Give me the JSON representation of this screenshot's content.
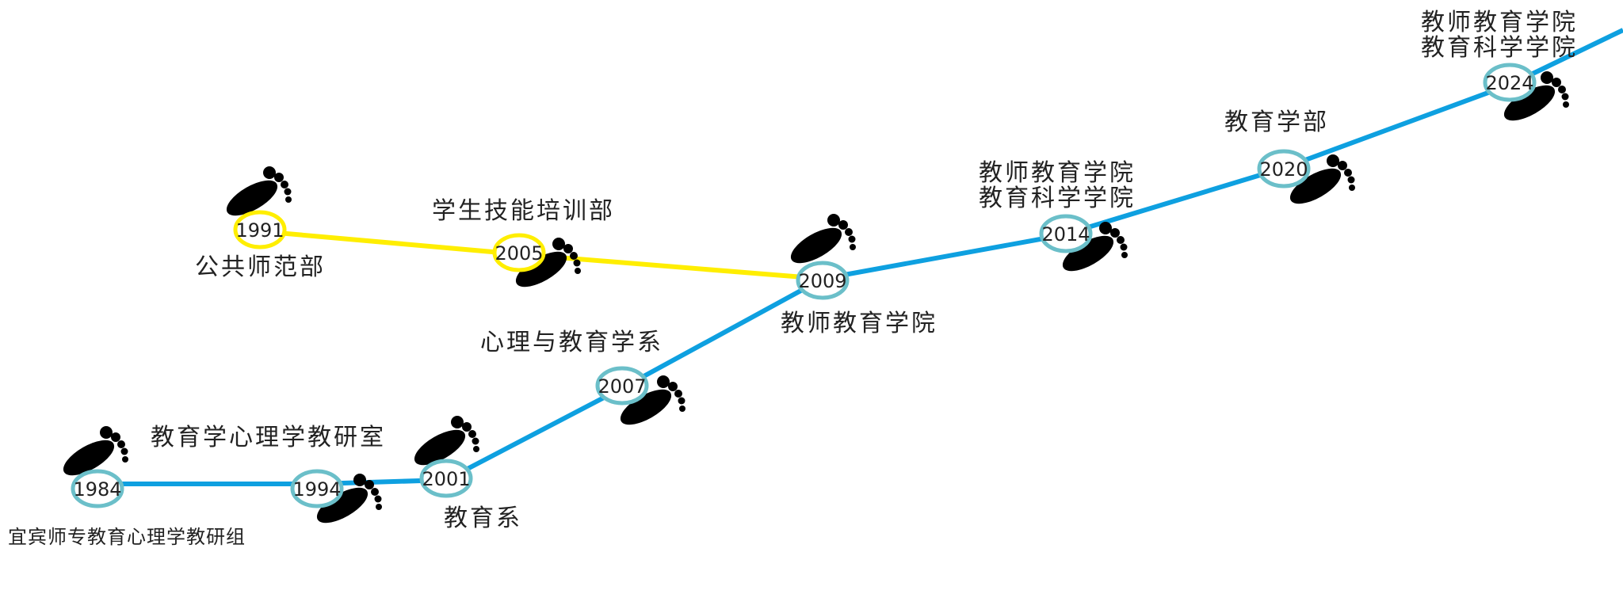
{
  "colors": {
    "blue_line": "#0EA0E0",
    "yellow_line": "#FFEE00",
    "node_blue": "#6BBFC9",
    "node_yellow": "#FFEE00",
    "foot": "#000000",
    "text": "#222222"
  },
  "icons": [
    "footprints-icon"
  ],
  "years": {
    "y1984": "1984",
    "y1994": "1994",
    "y2001": "2001",
    "y2007": "2007",
    "y2009": "2009",
    "y2014": "2014",
    "y2020": "2020",
    "y2024": "2024",
    "y1991": "1991",
    "y2005": "2005"
  },
  "labels": {
    "l1984": "宜宾师专教育心理学教研组",
    "l1994": "教育学心理学教研室",
    "l2001": "教育系",
    "l2007": "心理与教育学系",
    "l2009": "教师教育学院",
    "l2014_line1": "教师教育学院",
    "l2014_line2": "教育科学学院",
    "l2020": "教育学部",
    "l2024_line1": "教师教育学院",
    "l2024_line2": "教育科学学院",
    "l1991": "公共师范部",
    "l2005": "学生技能培训部"
  }
}
